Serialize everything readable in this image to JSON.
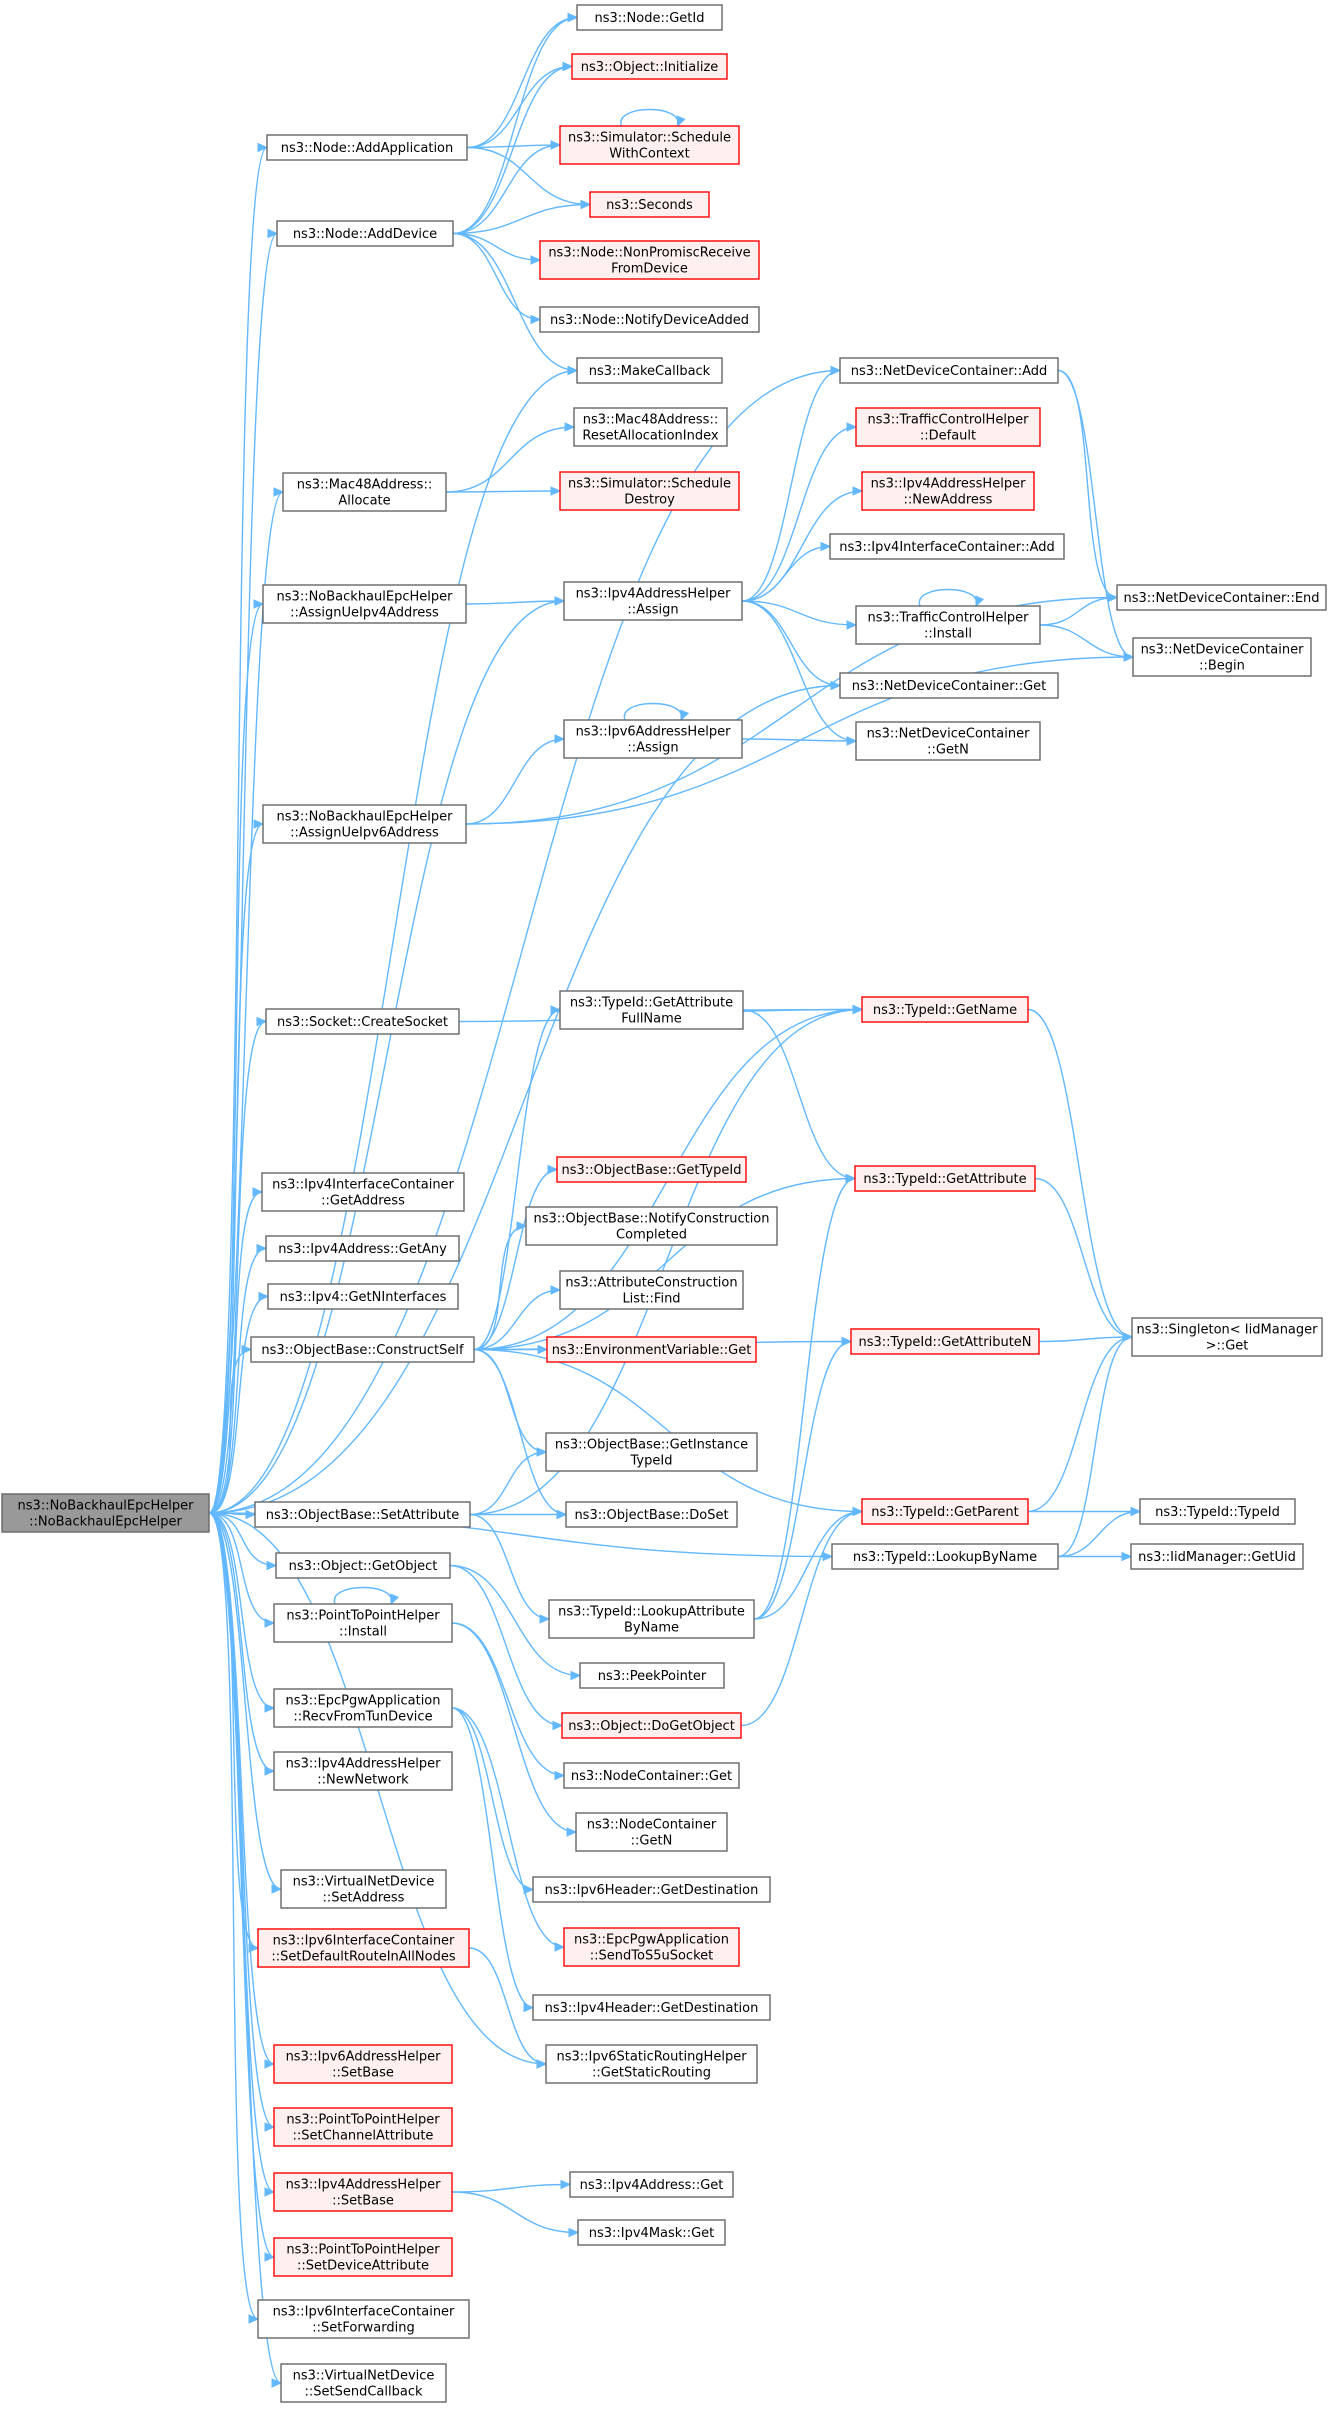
{
  "colors": {
    "edge": "#63b8ff",
    "normal_fill": "#ffffff",
    "normal_border": "#666666",
    "red_fill": "#fff0f0",
    "red_border": "#ff0000",
    "root_fill": "#999999",
    "root_border": "#666666"
  },
  "nodes": [
    {
      "id": "root",
      "lines": [
        "ns3::NoBackhaulEpcHelper",
        "::NoBackhaulEpcHelper"
      ],
      "style": "root",
      "interactable": false
    },
    {
      "id": "addApp",
      "lines": [
        "ns3::Node::AddApplication"
      ],
      "style": "normal"
    },
    {
      "id": "addDev",
      "lines": [
        "ns3::Node::AddDevice"
      ],
      "style": "normal"
    },
    {
      "id": "allocate",
      "lines": [
        "ns3::Mac48Address::",
        "Allocate"
      ],
      "style": "normal"
    },
    {
      "id": "assignV4",
      "lines": [
        "ns3::NoBackhaulEpcHelper",
        "::AssignUeIpv4Address"
      ],
      "style": "normal"
    },
    {
      "id": "assignV6",
      "lines": [
        "ns3::NoBackhaulEpcHelper",
        "::AssignUeIpv6Address"
      ],
      "style": "normal"
    },
    {
      "id": "createSocket",
      "lines": [
        "ns3::Socket::CreateSocket"
      ],
      "style": "normal"
    },
    {
      "id": "v4icGetAddr",
      "lines": [
        "ns3::Ipv4InterfaceContainer",
        "::GetAddress"
      ],
      "style": "normal"
    },
    {
      "id": "getAny",
      "lines": [
        "ns3::Ipv4Address::GetAny"
      ],
      "style": "normal"
    },
    {
      "id": "getNIf",
      "lines": [
        "ns3::Ipv4::GetNInterfaces"
      ],
      "style": "normal"
    },
    {
      "id": "constructSelf",
      "lines": [
        "ns3::ObjectBase::ConstructSelf"
      ],
      "style": "normal"
    },
    {
      "id": "setAttr",
      "lines": [
        "ns3::ObjectBase::SetAttribute"
      ],
      "style": "normal"
    },
    {
      "id": "getObject",
      "lines": [
        "ns3::Object::GetObject"
      ],
      "style": "normal"
    },
    {
      "id": "p2pInstall",
      "lines": [
        "ns3::PointToPointHelper",
        "::Install"
      ],
      "style": "normal"
    },
    {
      "id": "recvTun",
      "lines": [
        "ns3::EpcPgwApplication",
        "::RecvFromTunDevice"
      ],
      "style": "normal"
    },
    {
      "id": "newNetwork",
      "lines": [
        "ns3::Ipv4AddressHelper",
        "::NewNetwork"
      ],
      "style": "normal"
    },
    {
      "id": "vndSetAddr",
      "lines": [
        "ns3::VirtualNetDevice",
        "::SetAddress"
      ],
      "style": "normal"
    },
    {
      "id": "v6SetDefRoute",
      "lines": [
        "ns3::Ipv6InterfaceContainer",
        "::SetDefaultRouteInAllNodes"
      ],
      "style": "red"
    },
    {
      "id": "v6SetBase",
      "lines": [
        "ns3::Ipv6AddressHelper",
        "::SetBase"
      ],
      "style": "red"
    },
    {
      "id": "p2pSetChan",
      "lines": [
        "ns3::PointToPointHelper",
        "::SetChannelAttribute"
      ],
      "style": "red"
    },
    {
      "id": "v4SetBase",
      "lines": [
        "ns3::Ipv4AddressHelper",
        "::SetBase"
      ],
      "style": "red"
    },
    {
      "id": "p2pSetDev",
      "lines": [
        "ns3::PointToPointHelper",
        "::SetDeviceAttribute"
      ],
      "style": "red"
    },
    {
      "id": "v6icSetFwd",
      "lines": [
        "ns3::Ipv6InterfaceContainer",
        "::SetForwarding"
      ],
      "style": "normal"
    },
    {
      "id": "vndSetSendCb",
      "lines": [
        "ns3::VirtualNetDevice",
        "::SetSendCallback"
      ],
      "style": "normal"
    },
    {
      "id": "nodeGetId",
      "lines": [
        "ns3::Node::GetId"
      ],
      "style": "normal"
    },
    {
      "id": "objInit",
      "lines": [
        "ns3::Object::Initialize"
      ],
      "style": "red"
    },
    {
      "id": "schedCtx",
      "lines": [
        "ns3::Simulator::Schedule",
        "WithContext"
      ],
      "style": "red"
    },
    {
      "id": "seconds",
      "lines": [
        "ns3::Seconds"
      ],
      "style": "red"
    },
    {
      "id": "nonPromisc",
      "lines": [
        "ns3::Node::NonPromiscReceive",
        "FromDevice"
      ],
      "style": "red"
    },
    {
      "id": "notifyDevAdded",
      "lines": [
        "ns3::Node::NotifyDeviceAdded"
      ],
      "style": "normal"
    },
    {
      "id": "makeCallback",
      "lines": [
        "ns3::MakeCallback"
      ],
      "style": "normal"
    },
    {
      "id": "resetAlloc",
      "lines": [
        "ns3::Mac48Address::",
        "ResetAllocationIndex"
      ],
      "style": "normal"
    },
    {
      "id": "schedDestroy",
      "lines": [
        "ns3::Simulator::Schedule",
        "Destroy"
      ],
      "style": "red"
    },
    {
      "id": "v4Assign",
      "lines": [
        "ns3::Ipv4AddressHelper",
        "::Assign"
      ],
      "style": "normal"
    },
    {
      "id": "v6Assign",
      "lines": [
        "ns3::Ipv6AddressHelper",
        "::Assign"
      ],
      "style": "normal"
    },
    {
      "id": "ndcAdd",
      "lines": [
        "ns3::NetDeviceContainer::Add"
      ],
      "style": "normal"
    },
    {
      "id": "tchDefault",
      "lines": [
        "ns3::TrafficControlHelper",
        "::Default"
      ],
      "style": "red"
    },
    {
      "id": "v4NewAddr",
      "lines": [
        "ns3::Ipv4AddressHelper",
        "::NewAddress"
      ],
      "style": "red"
    },
    {
      "id": "v4icAdd",
      "lines": [
        "ns3::Ipv4InterfaceContainer::Add"
      ],
      "style": "normal"
    },
    {
      "id": "tchInstall",
      "lines": [
        "ns3::TrafficControlHelper",
        "::Install"
      ],
      "style": "normal"
    },
    {
      "id": "ndcGet",
      "lines": [
        "ns3::NetDeviceContainer::Get"
      ],
      "style": "normal"
    },
    {
      "id": "ndcGetN",
      "lines": [
        "ns3::NetDeviceContainer",
        "::GetN"
      ],
      "style": "normal"
    },
    {
      "id": "ndcEnd",
      "lines": [
        "ns3::NetDeviceContainer::End"
      ],
      "style": "normal"
    },
    {
      "id": "ndcBegin",
      "lines": [
        "ns3::NetDeviceContainer",
        "::Begin"
      ],
      "style": "normal"
    },
    {
      "id": "tidGetAttrFull",
      "lines": [
        "ns3::TypeId::GetAttribute",
        "FullName"
      ],
      "style": "normal"
    },
    {
      "id": "obGetTypeId",
      "lines": [
        "ns3::ObjectBase::GetTypeId"
      ],
      "style": "red"
    },
    {
      "id": "obNotify",
      "lines": [
        "ns3::ObjectBase::NotifyConstruction",
        "Completed"
      ],
      "style": "normal"
    },
    {
      "id": "attrFind",
      "lines": [
        "ns3::AttributeConstruction",
        "List::Find"
      ],
      "style": "normal"
    },
    {
      "id": "envGet",
      "lines": [
        "ns3::EnvironmentVariable::Get"
      ],
      "style": "red"
    },
    {
      "id": "obGetInst",
      "lines": [
        "ns3::ObjectBase::GetInstance",
        "TypeId"
      ],
      "style": "normal"
    },
    {
      "id": "obDoSet",
      "lines": [
        "ns3::ObjectBase::DoSet"
      ],
      "style": "normal"
    },
    {
      "id": "tidLookupAttr",
      "lines": [
        "ns3::TypeId::LookupAttribute",
        "ByName"
      ],
      "style": "normal"
    },
    {
      "id": "peekPtr",
      "lines": [
        "ns3::PeekPointer"
      ],
      "style": "normal"
    },
    {
      "id": "doGetObj",
      "lines": [
        "ns3::Object::DoGetObject"
      ],
      "style": "red"
    },
    {
      "id": "ncGet",
      "lines": [
        "ns3::NodeContainer::Get"
      ],
      "style": "normal"
    },
    {
      "id": "ncGetN",
      "lines": [
        "ns3::NodeContainer",
        "::GetN"
      ],
      "style": "normal"
    },
    {
      "id": "v6HdrDst",
      "lines": [
        "ns3::Ipv6Header::GetDestination"
      ],
      "style": "normal"
    },
    {
      "id": "sendS5u",
      "lines": [
        "ns3::EpcPgwApplication",
        "::SendToS5uSocket"
      ],
      "style": "red"
    },
    {
      "id": "v4HdrDst",
      "lines": [
        "ns3::Ipv4Header::GetDestination"
      ],
      "style": "normal"
    },
    {
      "id": "v6StaticRt",
      "lines": [
        "ns3::Ipv6StaticRoutingHelper",
        "::GetStaticRouting"
      ],
      "style": "normal"
    },
    {
      "id": "v4AddrGet",
      "lines": [
        "ns3::Ipv4Address::Get"
      ],
      "style": "normal"
    },
    {
      "id": "v4MaskGet",
      "lines": [
        "ns3::Ipv4Mask::Get"
      ],
      "style": "normal"
    },
    {
      "id": "tidGetName",
      "lines": [
        "ns3::TypeId::GetName"
      ],
      "style": "red"
    },
    {
      "id": "tidGetAttr",
      "lines": [
        "ns3::TypeId::GetAttribute"
      ],
      "style": "red"
    },
    {
      "id": "tidGetAttrN",
      "lines": [
        "ns3::TypeId::GetAttributeN"
      ],
      "style": "red"
    },
    {
      "id": "tidGetParent",
      "lines": [
        "ns3::TypeId::GetParent"
      ],
      "style": "red"
    },
    {
      "id": "tidLookupByName",
      "lines": [
        "ns3::TypeId::LookupByName"
      ],
      "style": "normal"
    },
    {
      "id": "singletonGet",
      "lines": [
        "ns3::Singleton< IidManager",
        ">::Get"
      ],
      "style": "normal"
    },
    {
      "id": "tidTypeId",
      "lines": [
        "ns3::TypeId::TypeId"
      ],
      "style": "normal"
    },
    {
      "id": "iidGetUid",
      "lines": [
        "ns3::IidManager::GetUid"
      ],
      "style": "normal"
    }
  ]
}
